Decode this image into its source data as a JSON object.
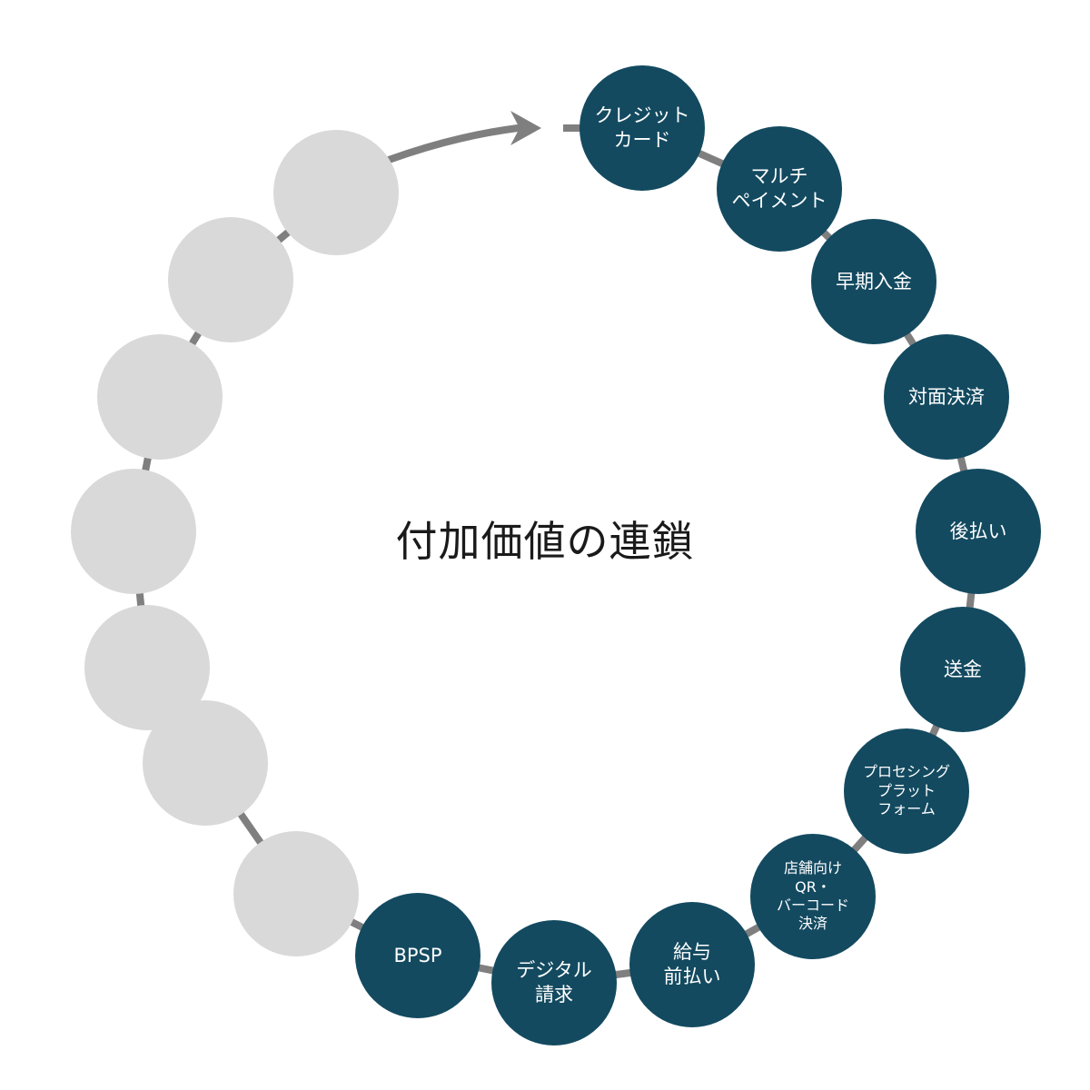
{
  "title": "付加価値の連鎖",
  "colors": {
    "active": "#134a60",
    "empty": "#d9d9d9",
    "connector": "#7f7f7f",
    "text": "#ffffff"
  },
  "nodes": [
    {
      "label": "クレジット\nカード"
    },
    {
      "label": "マルチ\nペイメント"
    },
    {
      "label": "早期入金"
    },
    {
      "label": "対面決済"
    },
    {
      "label": "後払い"
    },
    {
      "label": "送金"
    },
    {
      "label": "プロセシング\nプラット\nフォーム"
    },
    {
      "label": "店舗向け\nQR・\nバーコード\n決済"
    },
    {
      "label": "給与\n前払い"
    },
    {
      "label": "デジタル\n請求"
    },
    {
      "label": "BPSP"
    }
  ],
  "empty_count": 7
}
